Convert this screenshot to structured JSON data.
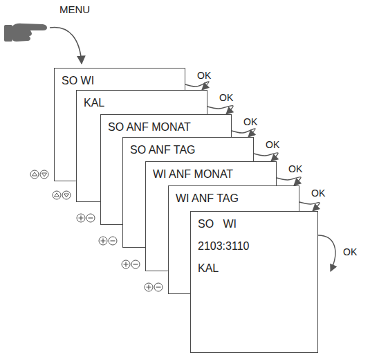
{
  "diagram": {
    "nodes": [
      {
        "text": [
          "SO WI"
        ]
      },
      {
        "text": [
          "KAL"
        ]
      },
      {
        "text": [
          "SO ANF MONAT"
        ]
      },
      {
        "text": [
          "SO ANF TAG"
        ]
      },
      {
        "text": [
          "WI ANF MONAT"
        ]
      },
      {
        "text": [
          "WI ANF TAG"
        ]
      },
      {
        "text": [
          "SO   WI",
          "2103:3110",
          "KAL"
        ]
      }
    ],
    "edges": [
      {
        "from": 0,
        "to": 1,
        "arrow": "to",
        "label": "OK"
      },
      {
        "from": 1,
        "to": 2,
        "arrow": "to",
        "label": "OK"
      },
      {
        "from": 2,
        "to": 3,
        "arrow": "to",
        "label": "OK"
      },
      {
        "from": 3,
        "to": 4,
        "arrow": "to",
        "label": "OK"
      },
      {
        "from": 4,
        "to": 5,
        "arrow": "to",
        "label": "OK"
      },
      {
        "from": 5,
        "to": 6,
        "arrow": "to",
        "label": "OK"
      }
    ],
    "labels": [
      "MENU",
      "OK"
    ]
  }
}
